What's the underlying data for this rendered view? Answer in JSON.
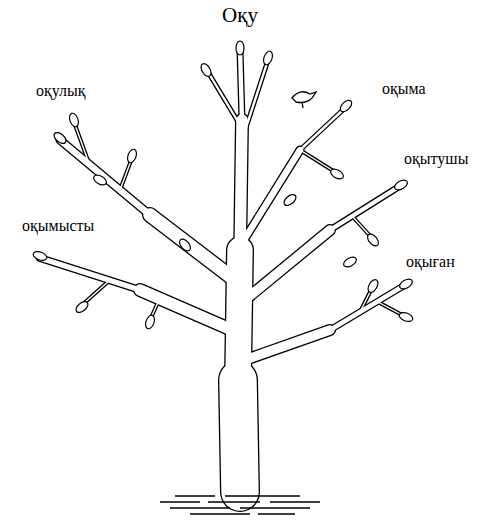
{
  "diagram": {
    "title": "Оқу",
    "labels": [
      "оқулық",
      "оқыма",
      "оқытушы",
      "оқымысты",
      "оқыған"
    ]
  }
}
